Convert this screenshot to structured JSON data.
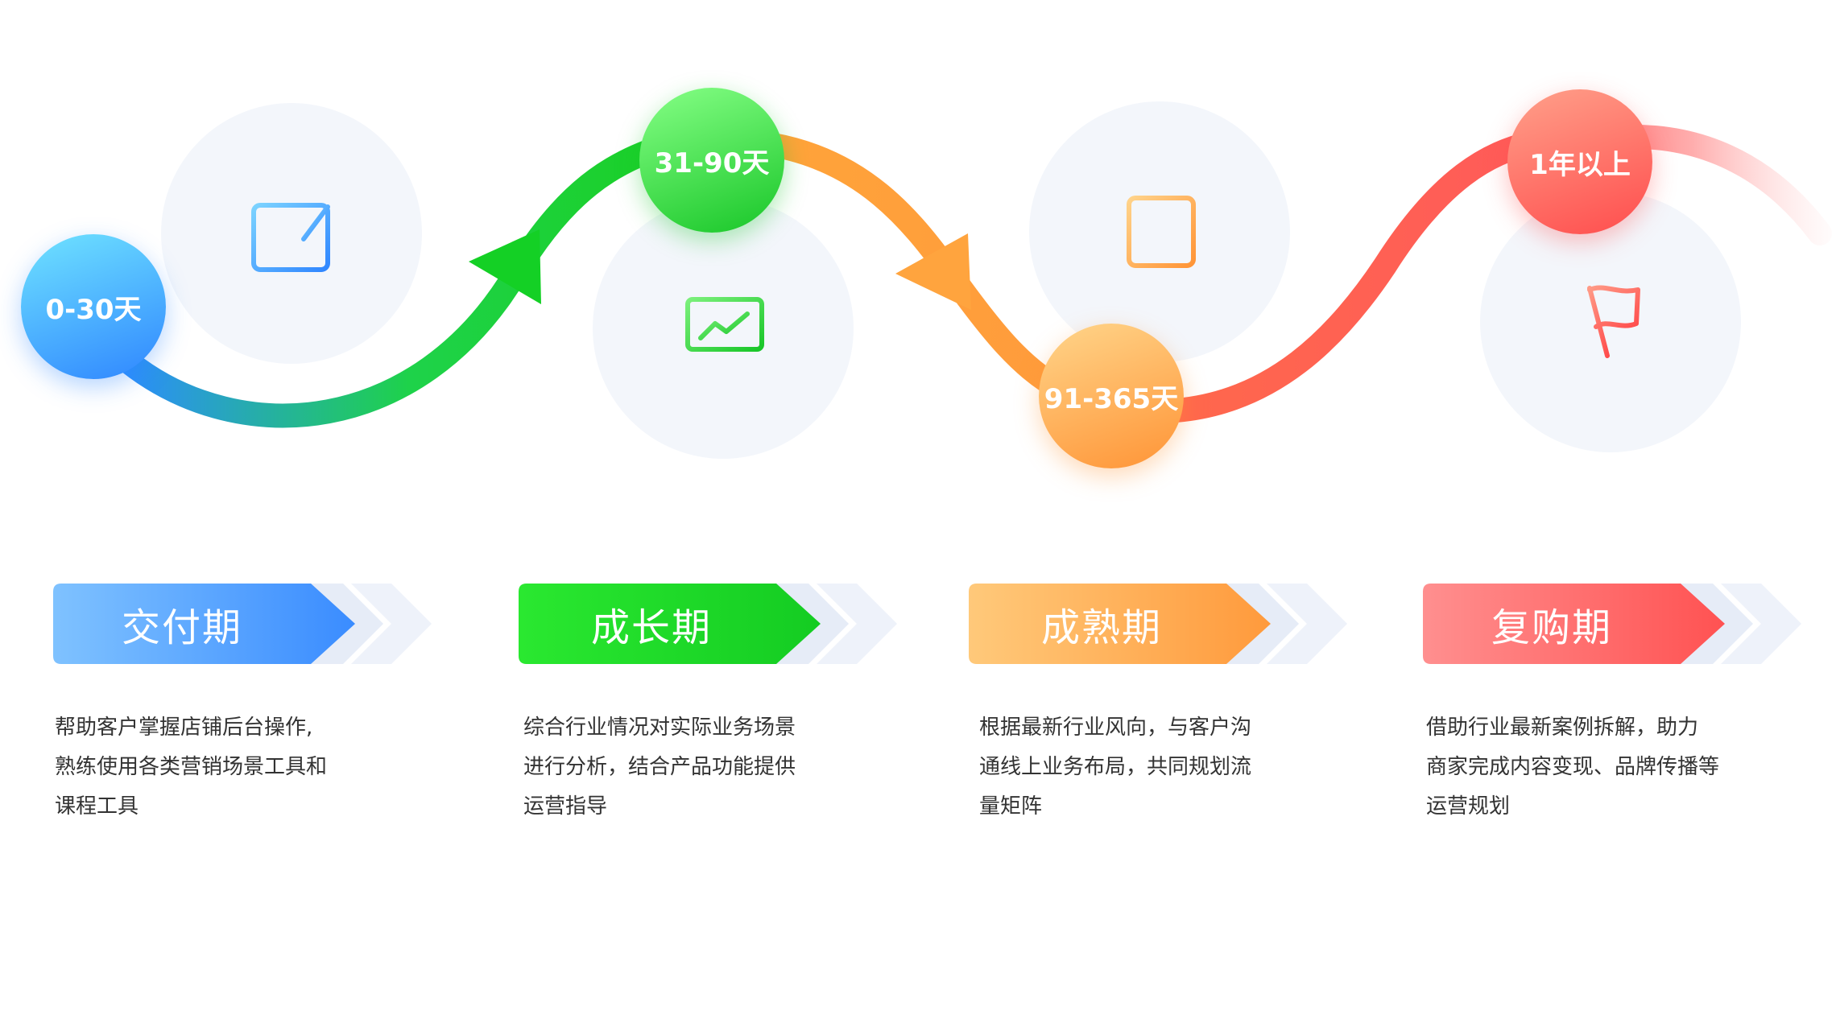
{
  "stages": [
    {
      "period": "0-30天",
      "name": "交付期",
      "icon": "document-edit-icon",
      "color": "#3a8cff",
      "description": "帮助客户掌握店铺后台操作,\n熟练使用各类营销场景工具和\n课程工具"
    },
    {
      "period": "31-90天",
      "name": "成长期",
      "icon": "monitor-chart-icon",
      "color": "#1fd02a",
      "description": "综合行业情况对实际业务场景\n进行分析，结合产品功能提供\n运营指导"
    },
    {
      "period": "91-365天",
      "name": "成熟期",
      "icon": "grid-panel-icon",
      "color": "#ff9a3c",
      "description": "根据最新行业风向，与客户沟\n通线上业务布局，共同规划流\n量矩阵"
    },
    {
      "period": "1年以上",
      "name": "复购期",
      "icon": "flag-icon",
      "color": "#ff5656",
      "description": "借助行业最新案例拆解，助力\n商家完成内容变现、品牌传播等\n运营规划"
    }
  ]
}
